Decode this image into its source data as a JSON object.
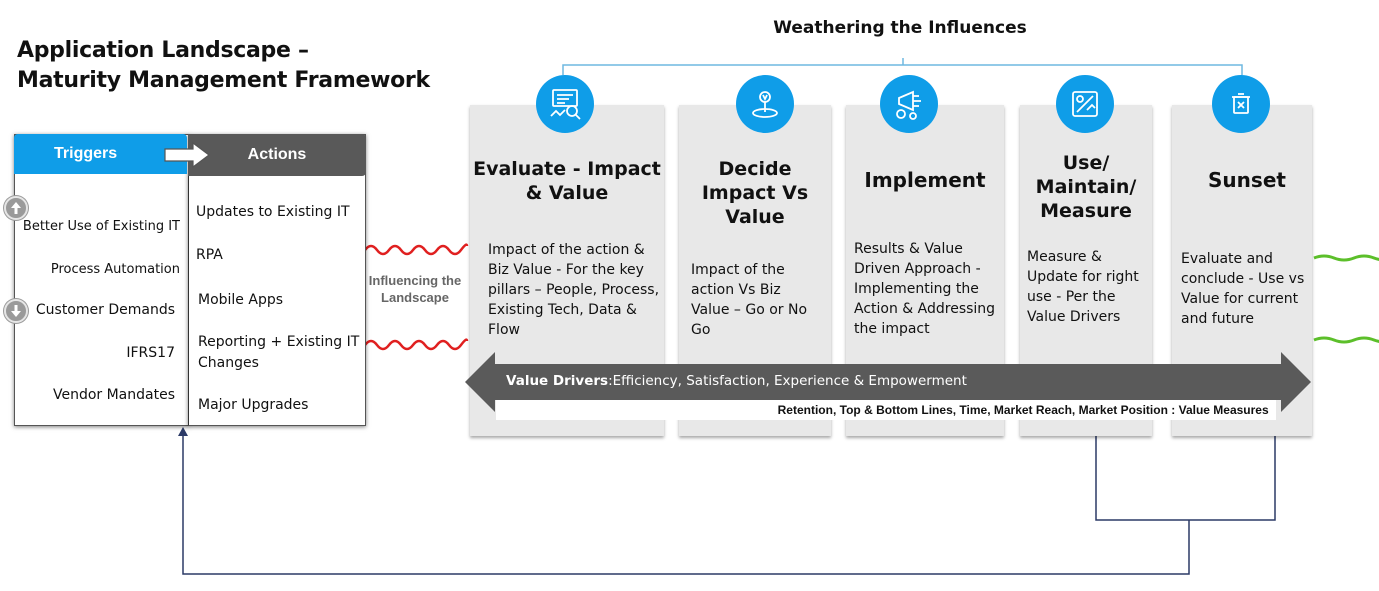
{
  "title_line1": "Application Landscape –",
  "title_line2": "Maturity Management Framework",
  "top_title": "Weathering the Influences",
  "triggers": {
    "header": "Triggers",
    "items": [
      "Better Use of Existing IT",
      "Process Automation",
      "Customer Demands",
      "IFRS17",
      "Vendor Mandates"
    ]
  },
  "actions": {
    "header": "Actions",
    "items": [
      "Updates to Existing IT",
      "RPA",
      "Mobile Apps",
      "Reporting + Existing IT Changes",
      "Major Upgrades"
    ]
  },
  "influencing": "Influencing the Landscape",
  "stages": [
    {
      "title": "Evaluate - Impact & Value",
      "body": "Impact of the action & Biz Value - For the key pillars – People, Process, Existing Tech, Data & Flow",
      "icon": "evaluate-icon"
    },
    {
      "title": "Decide Impact Vs Value",
      "body": "Impact of the action Vs Biz Value – Go or No Go",
      "icon": "decide-icon"
    },
    {
      "title": "Implement",
      "body": "Results & Value Driven Approach - Implementing the Action & Addressing the impact",
      "icon": "implement-icon"
    },
    {
      "title": "Use/ Maintain/ Measure",
      "body": "Measure & Update for right use - Per the Value Drivers",
      "icon": "maintain-icon"
    },
    {
      "title": "Sunset",
      "body": "Evaluate and conclude - Use vs Value for current and future",
      "icon": "sunset-icon"
    }
  ],
  "value_drivers": {
    "label": "Value Drivers",
    "text": ":Efficiency, Satisfaction, Experience & Empowerment"
  },
  "value_measures": {
    "text": "Retention, Top & Bottom Lines, Time, Market Reach, Market Position",
    "label": ": Value Measures"
  },
  "colors": {
    "accent_blue": "#0f9de8",
    "dark_gray": "#595959",
    "card_gray": "#e8e8e8",
    "wave_red": "#e02020",
    "wave_green": "#5cbf2a",
    "line_navy": "#2b3a67"
  }
}
